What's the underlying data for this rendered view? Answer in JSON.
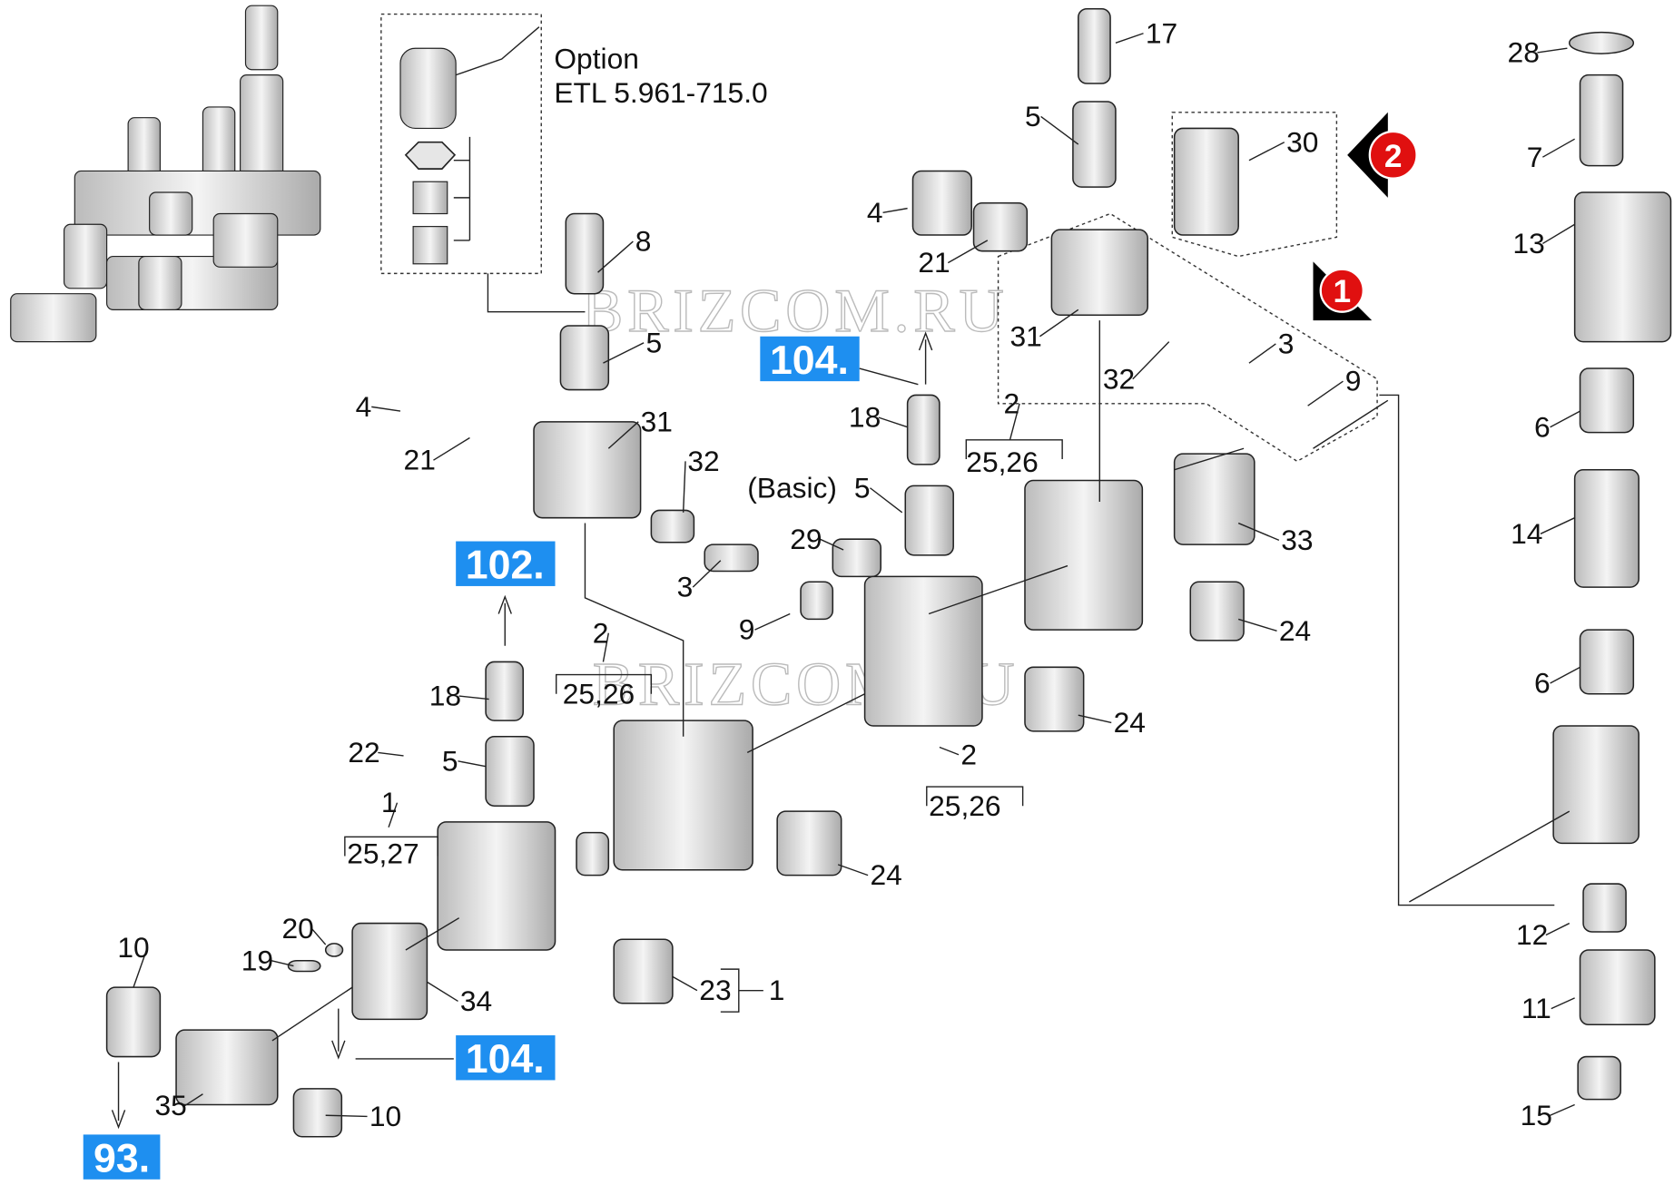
{
  "option": {
    "title": "Option",
    "part_number": "ETL 5.961-715.0"
  },
  "watermark": "BRIZCOM.RU",
  "references": [
    {
      "id": "ref-104-top",
      "label": "104."
    },
    {
      "id": "ref-102",
      "label": "102."
    },
    {
      "id": "ref-104-bottom",
      "label": "104."
    },
    {
      "id": "ref-93",
      "label": "93."
    }
  ],
  "markers": [
    {
      "id": "marker-1",
      "label": "1"
    },
    {
      "id": "marker-2",
      "label": "2"
    }
  ],
  "labels": [
    "17",
    "5",
    "30",
    "28",
    "7",
    "13",
    "4",
    "21",
    "8",
    "31",
    "5",
    "32",
    "3",
    "9",
    "18",
    "2",
    "25,26",
    "6",
    "4",
    "31",
    "21",
    "32",
    "(Basic)",
    "5",
    "29",
    "33",
    "14",
    "3",
    "9",
    "24",
    "2",
    "25,26",
    "18",
    "24",
    "6",
    "22",
    "5",
    "2",
    "25,26",
    "1",
    "25,27",
    "24",
    "12",
    "10",
    "20",
    "19",
    "34",
    "23",
    "1",
    "11",
    "35",
    "10",
    "15"
  ],
  "colors": {
    "ref_box": "#1e8ff0",
    "marker_red": "#e01010"
  }
}
